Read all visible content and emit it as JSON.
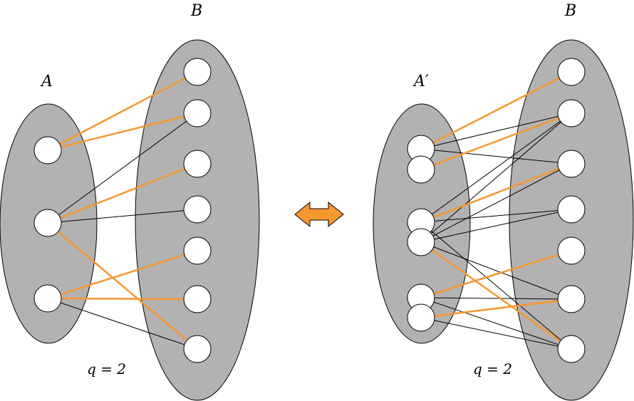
{
  "left": {
    "set_a_label": "A",
    "set_b_label": "B",
    "q_label": "q = 2",
    "matched_edges": [
      [
        0,
        0
      ],
      [
        0,
        1
      ],
      [
        1,
        2
      ],
      [
        1,
        6
      ],
      [
        2,
        4
      ],
      [
        2,
        5
      ]
    ],
    "other_edges": [
      [
        1,
        1
      ],
      [
        1,
        3
      ],
      [
        2,
        6
      ]
    ]
  },
  "right": {
    "set_a_label": "A′",
    "set_b_label": "B",
    "q_label": "q = 2",
    "matched_edges": [
      [
        0,
        0
      ],
      [
        1,
        1
      ],
      [
        2,
        2
      ],
      [
        3,
        6
      ],
      [
        4,
        4
      ],
      [
        5,
        5
      ]
    ],
    "other_edges": [
      [
        0,
        1
      ],
      [
        1,
        1
      ],
      [
        0,
        2
      ],
      [
        2,
        1
      ],
      [
        2,
        3
      ],
      [
        3,
        1
      ],
      [
        3,
        2
      ],
      [
        3,
        3
      ],
      [
        3,
        5
      ],
      [
        4,
        5
      ],
      [
        4,
        6
      ],
      [
        5,
        6
      ],
      [
        2,
        6
      ]
    ]
  },
  "arrow": {
    "name": "double-arrow-icon"
  },
  "colors": {
    "set_fill": "#b2b2b2",
    "matched_edge": "#f7972e",
    "other_edge": "#000000",
    "arrow_fill": "#f7972e"
  }
}
